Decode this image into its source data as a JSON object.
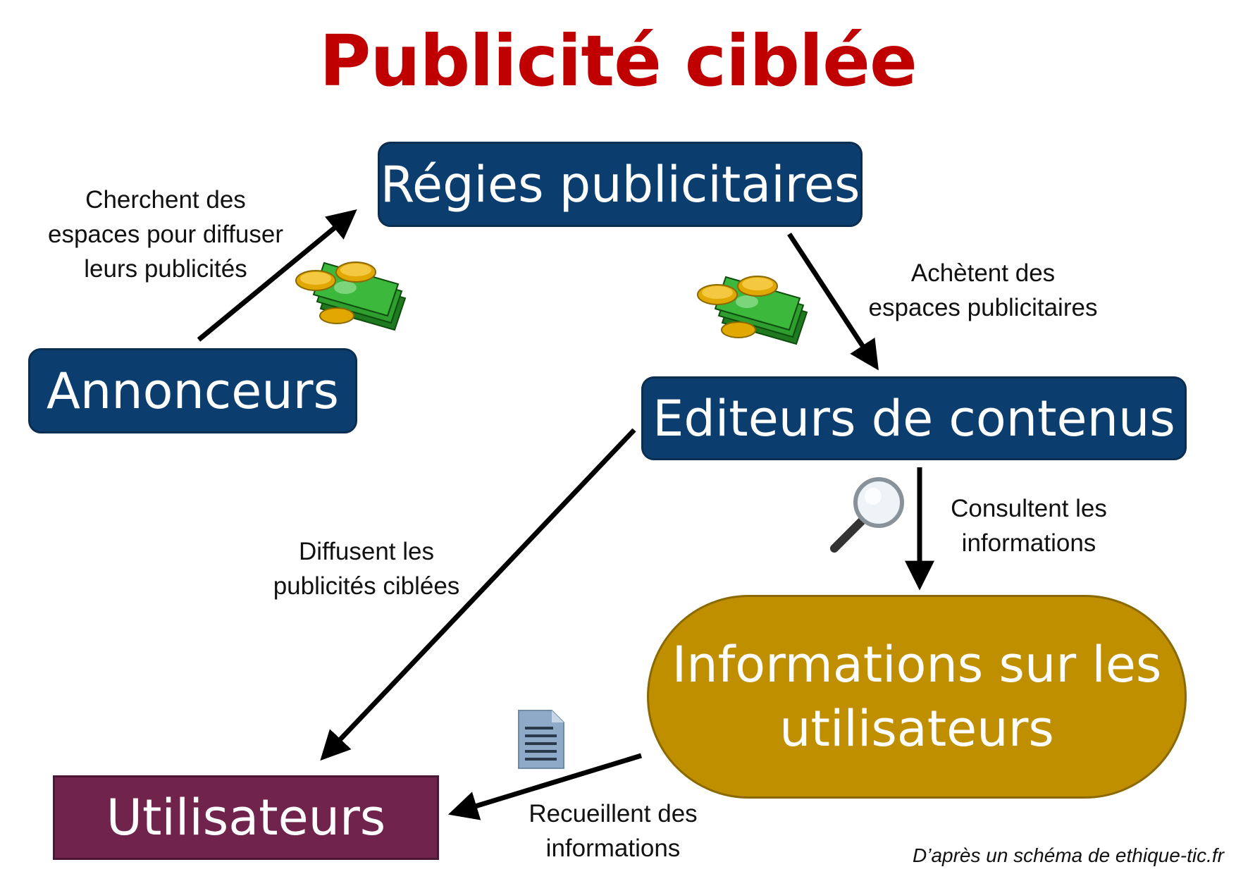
{
  "title": "Publicité ciblée",
  "nodes": {
    "regies": "Régies publicitaires",
    "annonceurs": "Annonceurs",
    "editeurs": "Editeurs de contenus",
    "informations_line1": "Informations sur les",
    "informations_line2": "utilisateurs",
    "utilisateurs": "Utilisateurs"
  },
  "edges": {
    "cherchent": [
      "Cherchent des",
      "espaces pour diffuser",
      "leurs publicités"
    ],
    "achetent": [
      "Achètent des",
      "espaces publicitaires"
    ],
    "consultent": [
      "Consultent les",
      "informations"
    ],
    "diffusent": [
      "Diffusent les",
      "publicités ciblées"
    ],
    "recueillent": [
      "Recueillent des",
      "informations"
    ]
  },
  "icons": [
    "money-icon",
    "money-icon",
    "magnifier-icon",
    "document-icon"
  ],
  "credit": "D’après un schéma de ethique-tic.fr",
  "colors": {
    "title": "#c00000",
    "blue_box": "#0b3d6e",
    "gold_box": "#bf8f00",
    "purple_box": "#70244c"
  }
}
